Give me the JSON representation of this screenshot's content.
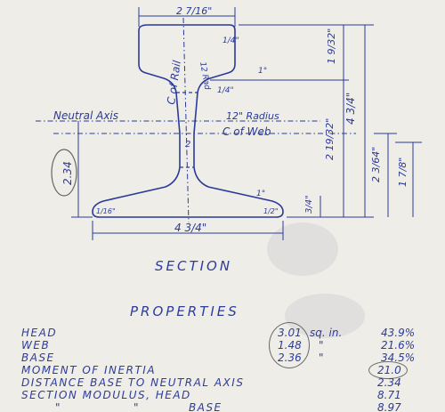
{
  "drawing": {
    "dims": {
      "head_width": "2 7/16\"",
      "rail_height": "4 3/4\"",
      "base_width": "4 3/4\"",
      "head_depth": "1 9/32\"",
      "neutral_height": "2 19/32\"",
      "lower_height": "2 3/64\"",
      "base_to_fillet": "1 7/8\"",
      "base_thick": "3/4\"",
      "neutral_dim": "2.34",
      "head_radius": "12 Rad",
      "web_radius": "12\" Radius",
      "small_r1": "1/4\"",
      "small_r2": "1/4\"",
      "small_r3": "1/16\"",
      "small_r4": "1/2\"",
      "web_half": "2",
      "angle_top": "1°",
      "angle_bottom": "1°"
    },
    "labels": {
      "neutral_axis": "Neutral Axis",
      "center_rail": "C of Rail",
      "center_web": "C of Web"
    }
  },
  "section_title": "Section",
  "properties": {
    "title": "Properties",
    "rows": [
      {
        "label": "Head",
        "value": "3.01",
        "unit": "sq. in.",
        "pct": "43.9%"
      },
      {
        "label": "Web",
        "value": "1.48",
        "unit": "\"",
        "pct": "21.6%"
      },
      {
        "label": "Base",
        "value": "2.36",
        "unit": "\"",
        "pct": "34.5%"
      }
    ],
    "moment_label": "Moment of Inertia",
    "moment_value": "21.0",
    "distance_label": "Distance Base to Neutral Axis",
    "distance_value": "2.34",
    "modulus_label": "Section Modulus, Head",
    "modulus_value": "8.71",
    "modulus_base_ditto1": "\"",
    "modulus_base_ditto2": "\"",
    "modulus_base_label": "Base",
    "modulus_base_value": "8.97"
  },
  "colors": {
    "ink": "#2b3a9a",
    "paper": "#eeede8"
  }
}
